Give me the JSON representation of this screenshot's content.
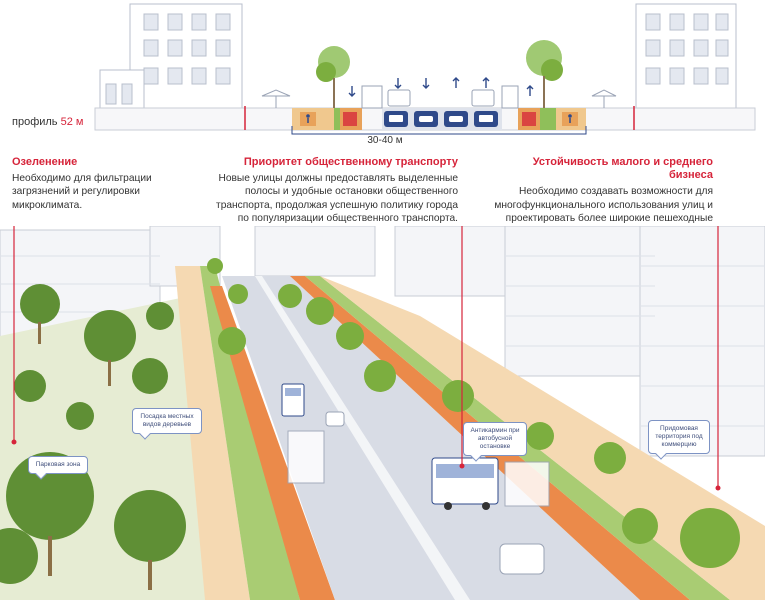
{
  "profile": {
    "prefix": "профиль",
    "value": "52 м",
    "carriageway_width": "30-40 м"
  },
  "blocks": [
    {
      "title": "Озеленение",
      "text": "Необходимо для фильтрации загрязнений и регулировки микроклимата."
    },
    {
      "title": "Приоритет общественному транспорту",
      "text": "Новые улицы должны предоставлять выделенные полосы и удобные остановки общественного транспорта, продолжая успешную политику города по популяризации общественного транспорта."
    },
    {
      "title": "Устойчивость малого и среднего бизнеса",
      "text": "Необходимо создавать возможности для многофункционального использования улиц и проектировать более широкие пешеходные тротуары."
    }
  ],
  "callouts": {
    "park": "Парковая зона",
    "trees": "Посадка местных видов деревьев",
    "kiosk": "Антикармин при автобусной остановке",
    "territory": "Придомовая территория под коммерцию"
  },
  "colors": {
    "accent_red": "#d6243a",
    "transit_blue": "#2f4a8a",
    "green": "#7cae3f",
    "orange": "#e8a25a",
    "road": "#c9cdd6"
  }
}
